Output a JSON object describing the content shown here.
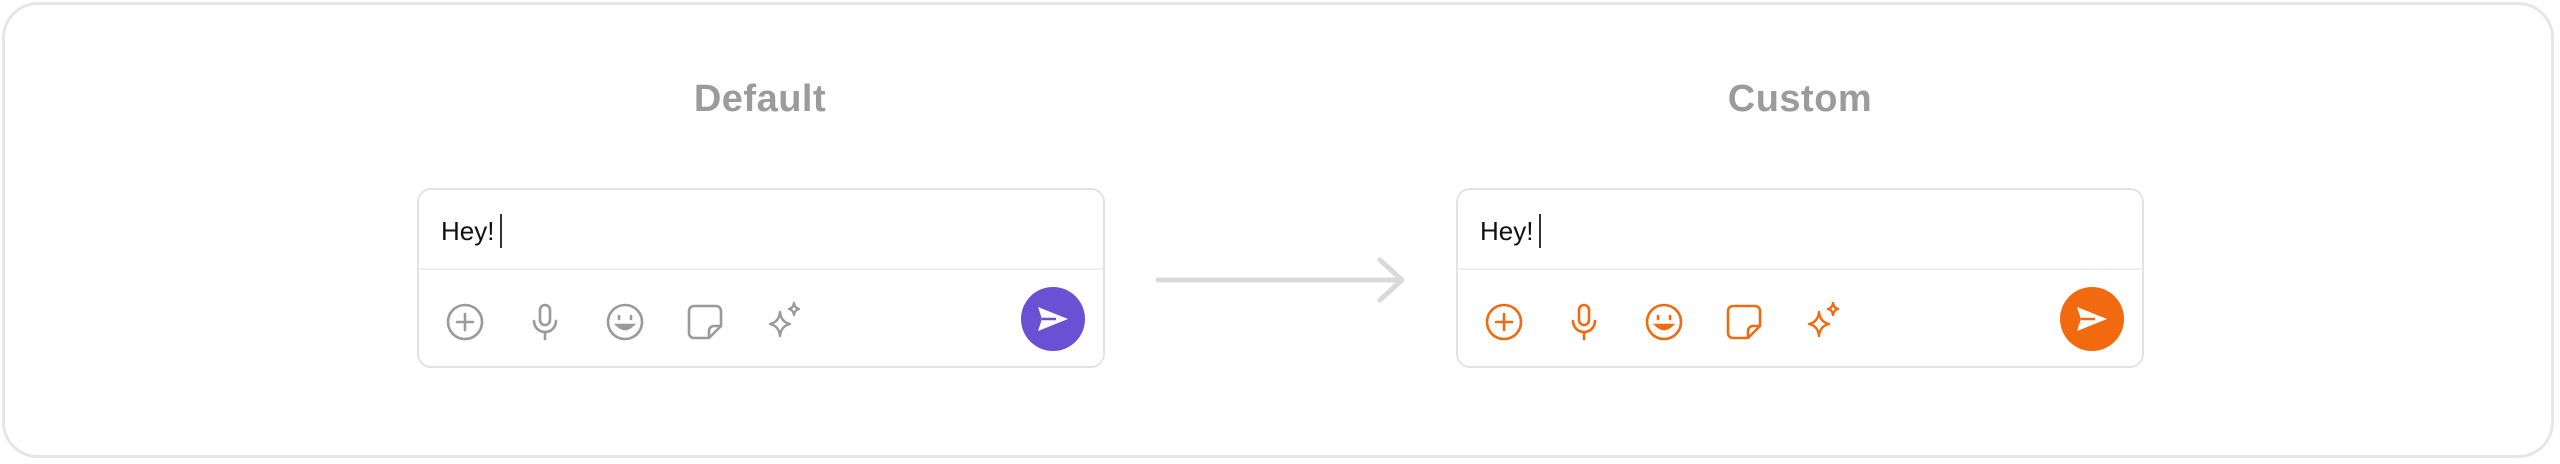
{
  "colors": {
    "default_icon": "#9a9a9a",
    "default_send": "#6a50d3",
    "custom_accent": "#f26a10",
    "arrow": "#d9d9d9"
  },
  "panels": [
    {
      "title": "Default",
      "input_value": "Hey!",
      "icons": [
        "add-circle-icon",
        "microphone-icon",
        "emoji-icon",
        "sticker-icon",
        "sparkle-icon"
      ],
      "send_icon": "send-icon"
    },
    {
      "title": "Custom",
      "input_value": "Hey!",
      "icons": [
        "add-circle-icon",
        "microphone-icon",
        "emoji-icon",
        "sticker-icon",
        "sparkle-icon"
      ],
      "send_icon": "send-icon"
    }
  ],
  "transition_icon": "arrow-right-icon"
}
